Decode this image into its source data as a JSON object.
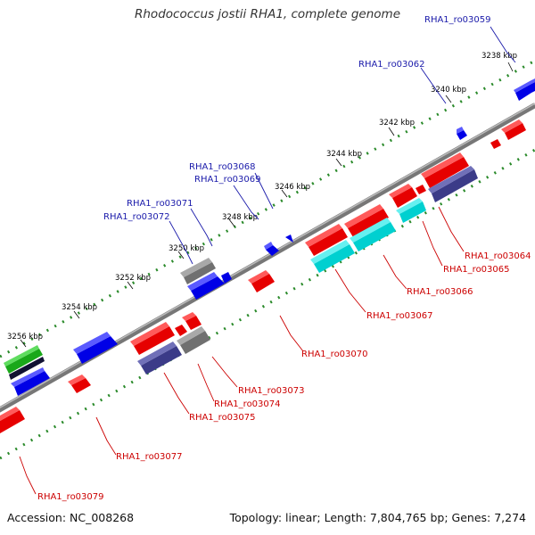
{
  "title": "Rhodococcus jostii RHA1, complete genome",
  "footer": {
    "accession": "Accession: NC_008268",
    "stats": "Topology: linear; Length: 7,804,765 bp; Genes: 7,274"
  },
  "colors": {
    "forward_label": "#1a1aaa",
    "reverse_label": "#cc0000",
    "backbone": "#777777",
    "scale_dots": "#2a8a2a"
  },
  "kbp_labels": [
    "3238 kbp",
    "3240 kbp",
    "3242 kbp",
    "3244 kbp",
    "3246 kbp",
    "3248 kbp",
    "3250 kbp",
    "3252 kbp",
    "3254 kbp",
    "3256 kbp"
  ],
  "forward_gene_labels": [
    "RHA1_ro03059",
    "RHA1_ro03062",
    "RHA1_ro03068",
    "RHA1_ro03069",
    "RHA1_ro03071",
    "RHA1_ro03072"
  ],
  "reverse_gene_labels": [
    "RHA1_ro03064",
    "RHA1_ro03065",
    "RHA1_ro03066",
    "RHA1_ro03067",
    "RHA1_ro03070",
    "RHA1_ro03073",
    "RHA1_ro03074",
    "RHA1_ro03075",
    "RHA1_ro03077",
    "RHA1_ro03079"
  ]
}
